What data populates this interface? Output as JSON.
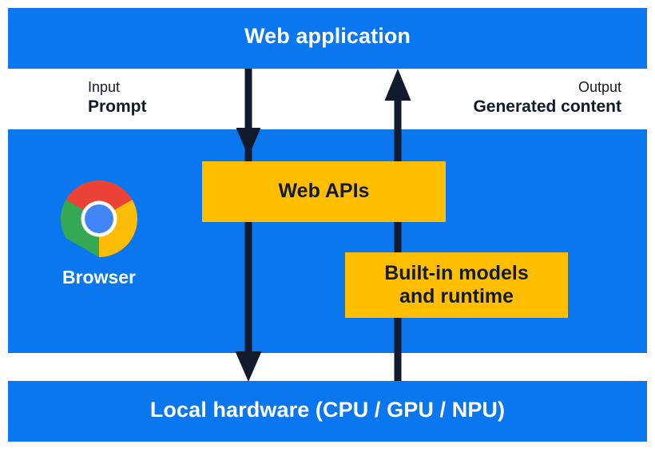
{
  "colors": {
    "brand_blue": "#0b77ef",
    "brand_yellow": "#ffbe00",
    "arrow_dark": "#121a2e",
    "text_on_blue": "#ffffff",
    "text_dark": "#121a2e",
    "chrome_red": "#ea4335",
    "chrome_yellow": "#fbbc05",
    "chrome_green": "#34a853",
    "chrome_blue": "#4285f4",
    "chrome_white": "#ffffff"
  },
  "bands": {
    "web_application": {
      "title": "Web application"
    },
    "browser": {
      "label": "Browser",
      "icon": "chrome-logo-icon"
    },
    "local_hardware": {
      "title": "Local hardware (CPU / GPU / NPU)"
    }
  },
  "annotations": {
    "input": {
      "kind": "Input",
      "value": "Prompt"
    },
    "output": {
      "kind": "Output",
      "value": "Generated content"
    }
  },
  "arrows": {
    "input_down": {
      "name": "arrow-down-icon",
      "direction": "down",
      "from": "Web application",
      "to": "Local hardware (CPU / GPU / NPU)"
    },
    "output_up": {
      "name": "arrow-up-icon",
      "direction": "up",
      "from": "Local hardware (CPU / GPU / NPU)",
      "to": "Web application"
    }
  },
  "boxes": {
    "web_apis": {
      "label": "Web APIs"
    },
    "built_in_models": {
      "label": "Built-in models\nand runtime"
    }
  }
}
